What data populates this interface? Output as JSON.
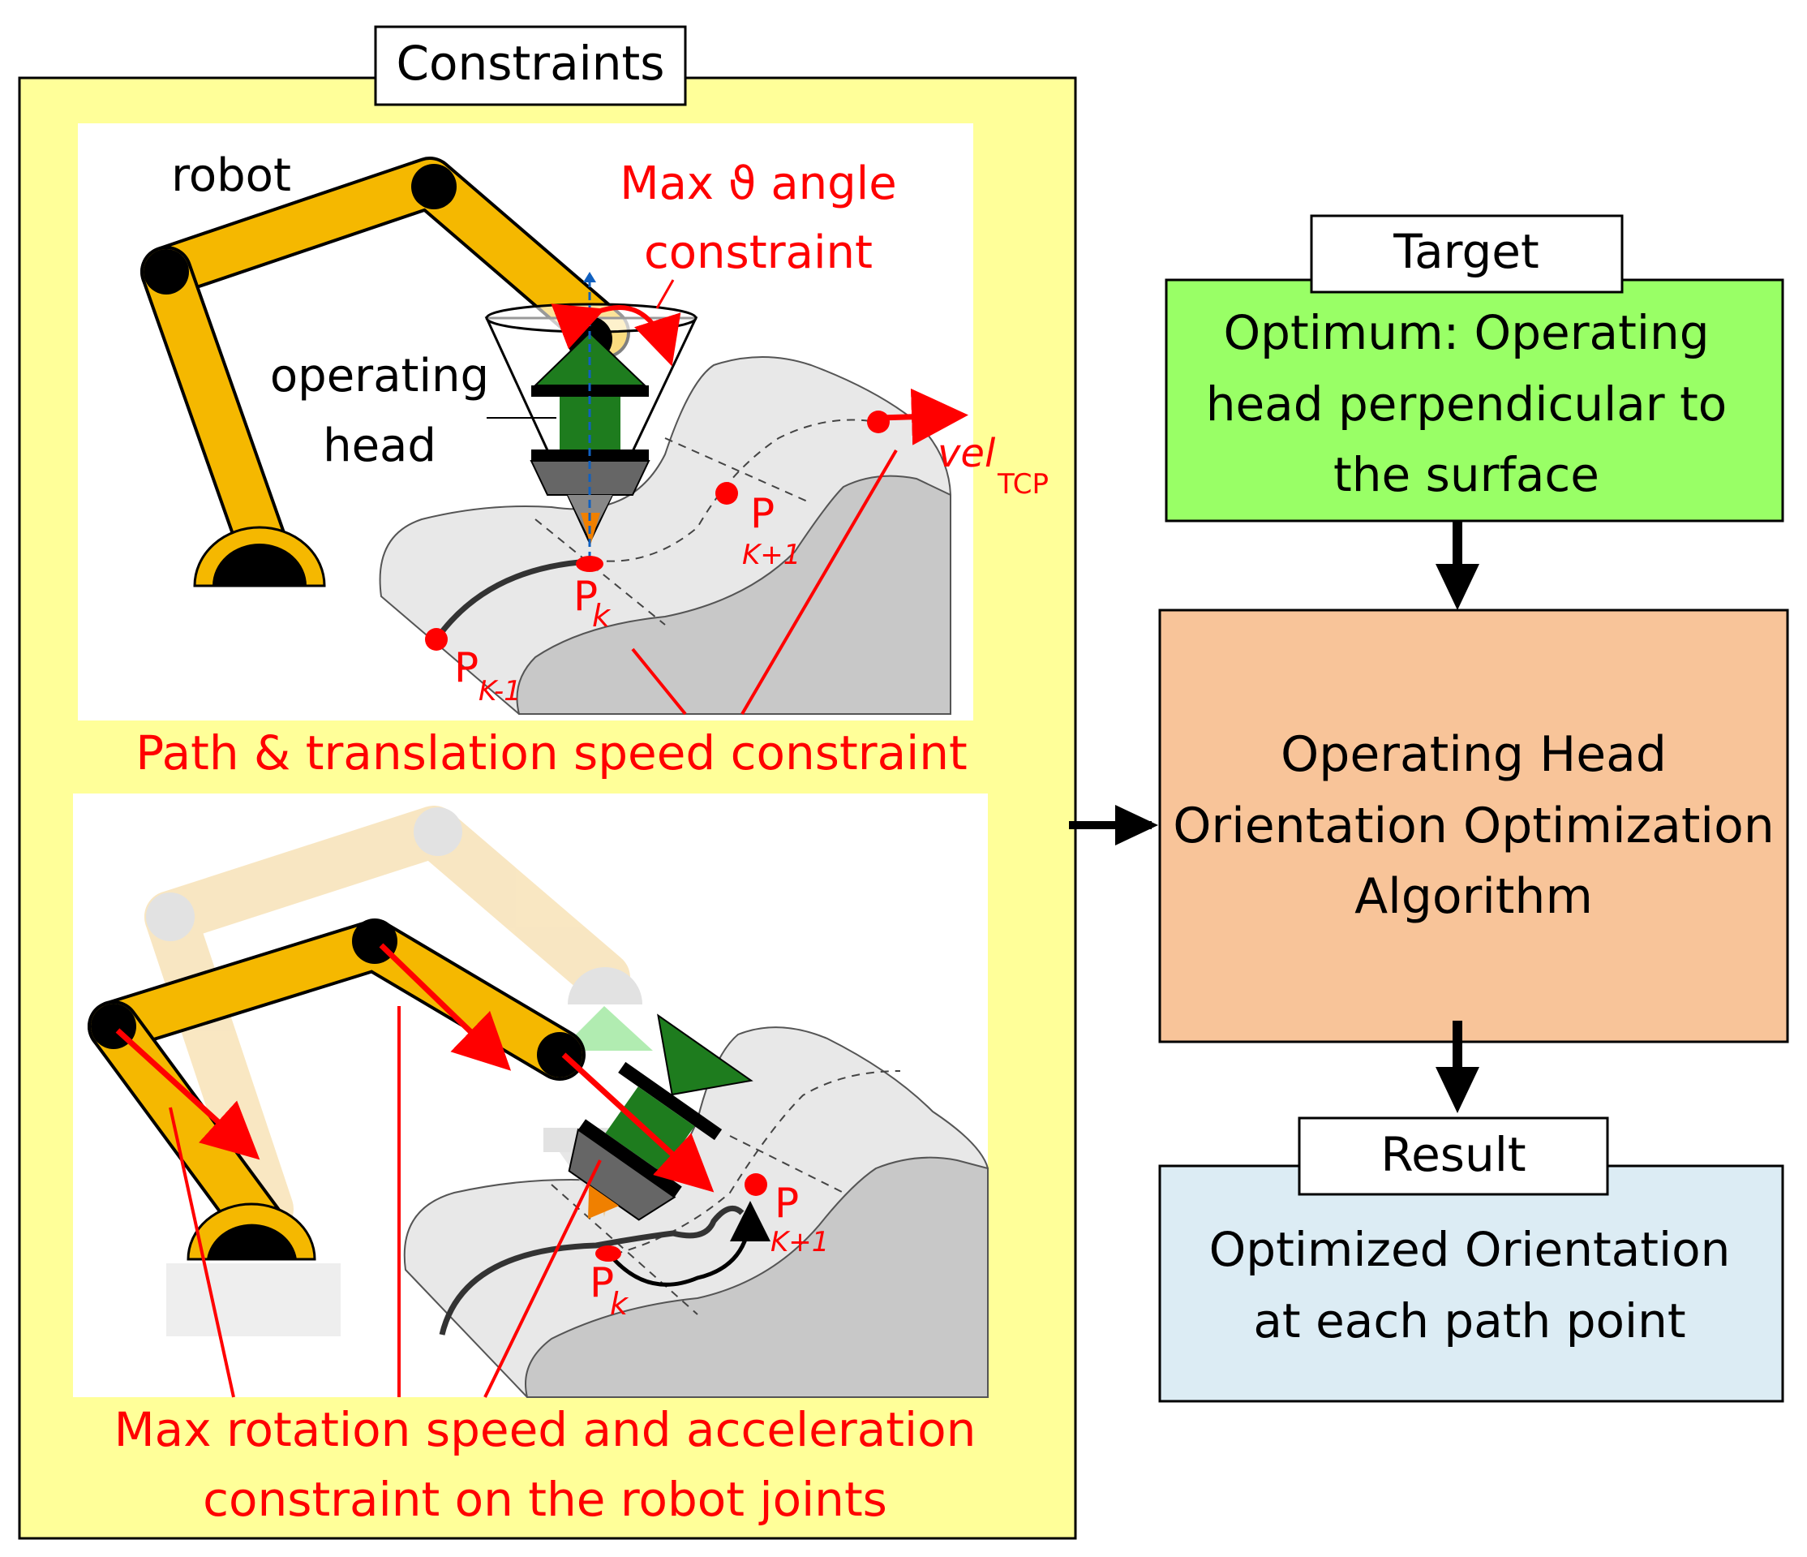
{
  "constraints": {
    "title": "Constraints",
    "top_panel": {
      "robot_label": "robot",
      "head_label_line1": "operating",
      "head_label_line2": "head",
      "angle_line1": "Max ϑ angle",
      "angle_line2": "constraint",
      "vel": "vel",
      "vel_sub": "TCP",
      "p_prev": "P",
      "p_prev_sub": "K-1",
      "p_k": "P",
      "p_k_sub": "k",
      "p_next": "P",
      "p_next_sub": "K+1",
      "caption": "Path & translation speed constraint"
    },
    "bottom_panel": {
      "p_k": "P",
      "p_k_sub": "k",
      "p_next": "P",
      "p_next_sub": "K+1",
      "caption_line1": "Max rotation speed and acceleration",
      "caption_line2": "constraint on the robot joints"
    }
  },
  "target": {
    "title": "Target",
    "line1": "Optimum: Operating",
    "line2": "head perpendicular to",
    "line3": "the surface"
  },
  "algorithm": {
    "line1": "Operating  Head",
    "line2": "Orientation Optimization",
    "line3": "Algorithm"
  },
  "result": {
    "title": "Result",
    "line1": "Optimized Orientation",
    "line2": "at each path point"
  },
  "colors": {
    "constraints_bg": "#ffff99",
    "target_bg": "#99ff66",
    "algorithm_bg": "#f8c499",
    "result_bg": "#dcecf4",
    "robot_arm": "#f5b800",
    "constraint_text": "#ff0000"
  }
}
